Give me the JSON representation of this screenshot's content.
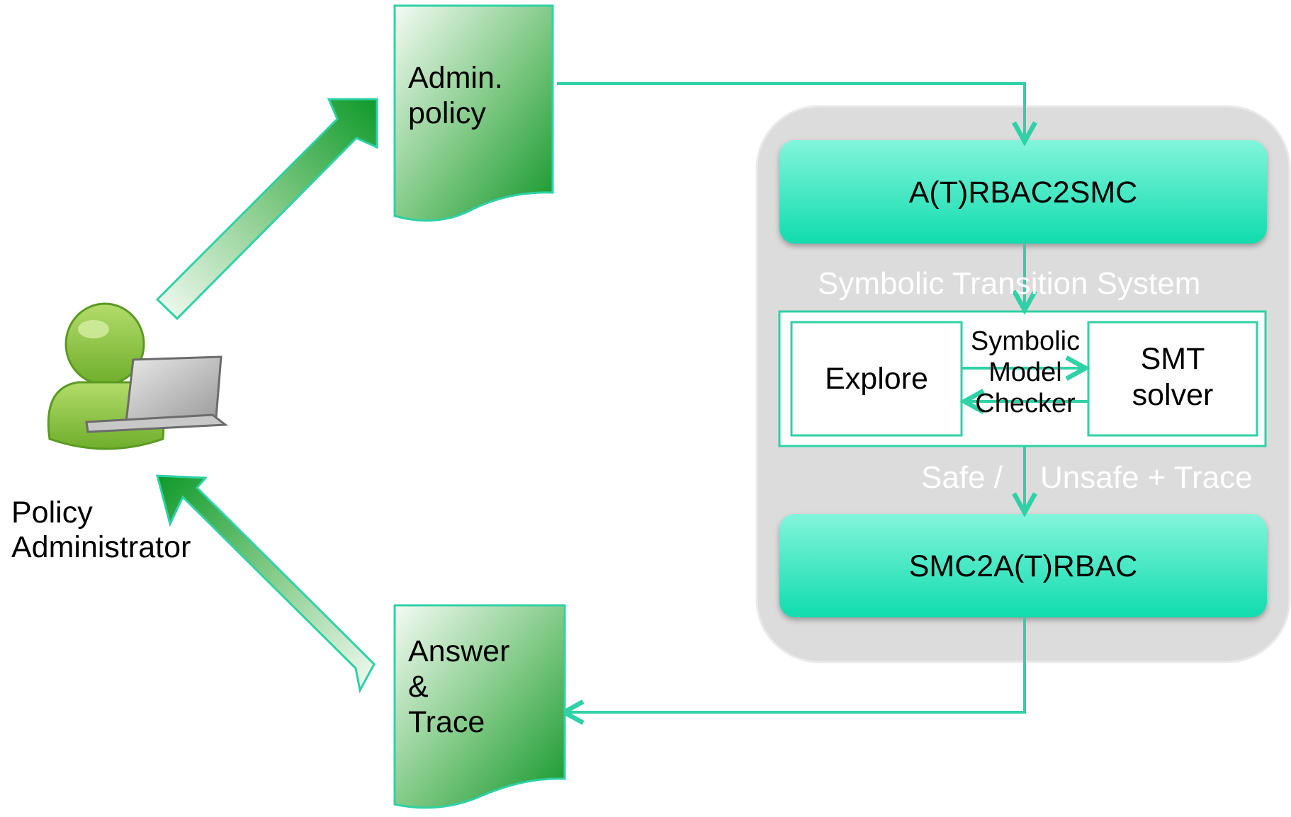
{
  "colors": {
    "accent": "#2fd1a6",
    "module_fill_top": "#7ff5d8",
    "module_fill_bottom": "#14dcb0",
    "doc_green_dark": "#189a2c",
    "doc_green_light": "#eef7ee",
    "panel_gray": "#dcdcdc"
  },
  "actor": {
    "icon": "user-with-laptop-icon",
    "label_line1": "Policy",
    "label_line2": "Administrator"
  },
  "documents": {
    "admin_policy": {
      "line1": "Admin.",
      "line2": "policy"
    },
    "answer_trace": {
      "line1": "Answer",
      "line2": "&",
      "line3": "Trace"
    }
  },
  "system": {
    "module_top": "A(T)RBAC2SMC",
    "intermediate_label": "Symbolic Transition System",
    "model_checker": {
      "explore": "Explore",
      "center_line1": "Symbolic",
      "center_line2": "Model",
      "center_line3": "Checker",
      "solver_line1": "SMT",
      "solver_line2": "solver"
    },
    "result_label_safe": "Safe /",
    "result_label_unsafe": "Unsafe + Trace",
    "module_bottom": "SMC2A(T)RBAC"
  }
}
